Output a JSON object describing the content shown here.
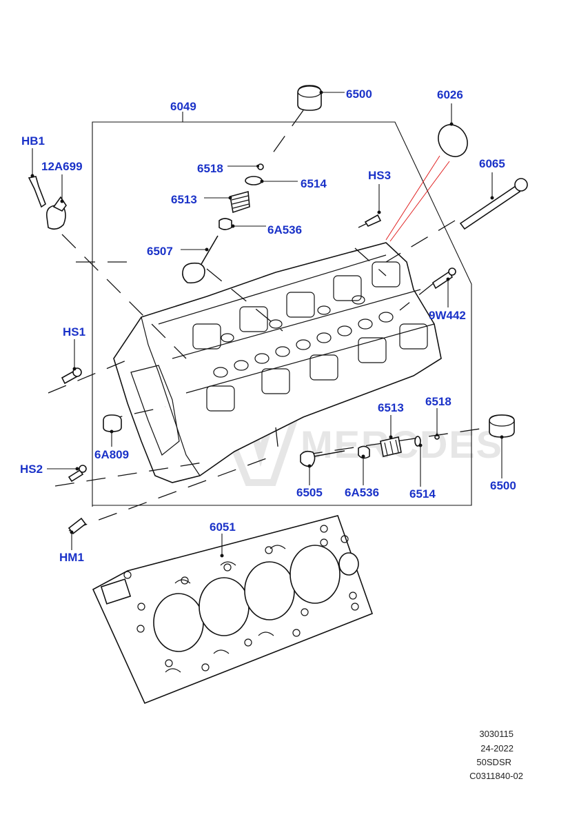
{
  "diagram": {
    "callouts": {
      "c6049": "6049",
      "c6500_top": "6500",
      "c6026": "6026",
      "cHB1": "HB1",
      "c12A699": "12A699",
      "c6518_top": "6518",
      "c6514_top": "6514",
      "cHS3": "HS3",
      "c6065": "6065",
      "c6513_top": "6513",
      "c6A536_top": "6A536",
      "c6507": "6507",
      "c9W442": "9W442",
      "cHS1": "HS1",
      "c6513_bot": "6513",
      "c6518_bot": "6518",
      "c6A809": "6A809",
      "cHS2": "HS2",
      "c6505": "6505",
      "c6A536_bot": "6A536",
      "c6514_bot": "6514",
      "c6500_bot": "6500",
      "c6051": "6051",
      "cHM1": "HM1"
    },
    "watermark": "MERCDES",
    "reference": {
      "line1": "3030115",
      "line2": "24-2022",
      "line3": "50SDSR",
      "line4": "C0311840-02"
    },
    "colors": {
      "callout": "#1a32c8",
      "leader_red": "#e02020"
    }
  }
}
